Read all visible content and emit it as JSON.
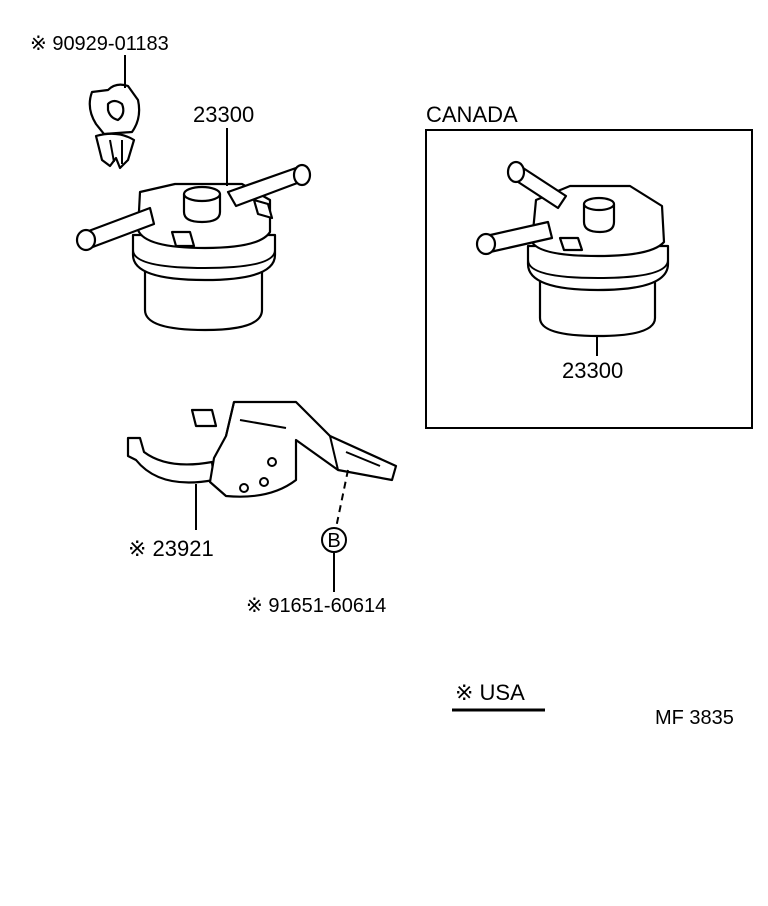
{
  "labels": {
    "clip_part": "※ 90929-01183",
    "filter_main_part": "23300",
    "canada_title": "CANADA",
    "filter_canada_part": "23300",
    "bracket_part": "※ 23921",
    "callout_letter": "B",
    "bolt_part": "※ 91651-60614",
    "usa_note": "※ USA",
    "figure_code": "MF  3835"
  }
}
